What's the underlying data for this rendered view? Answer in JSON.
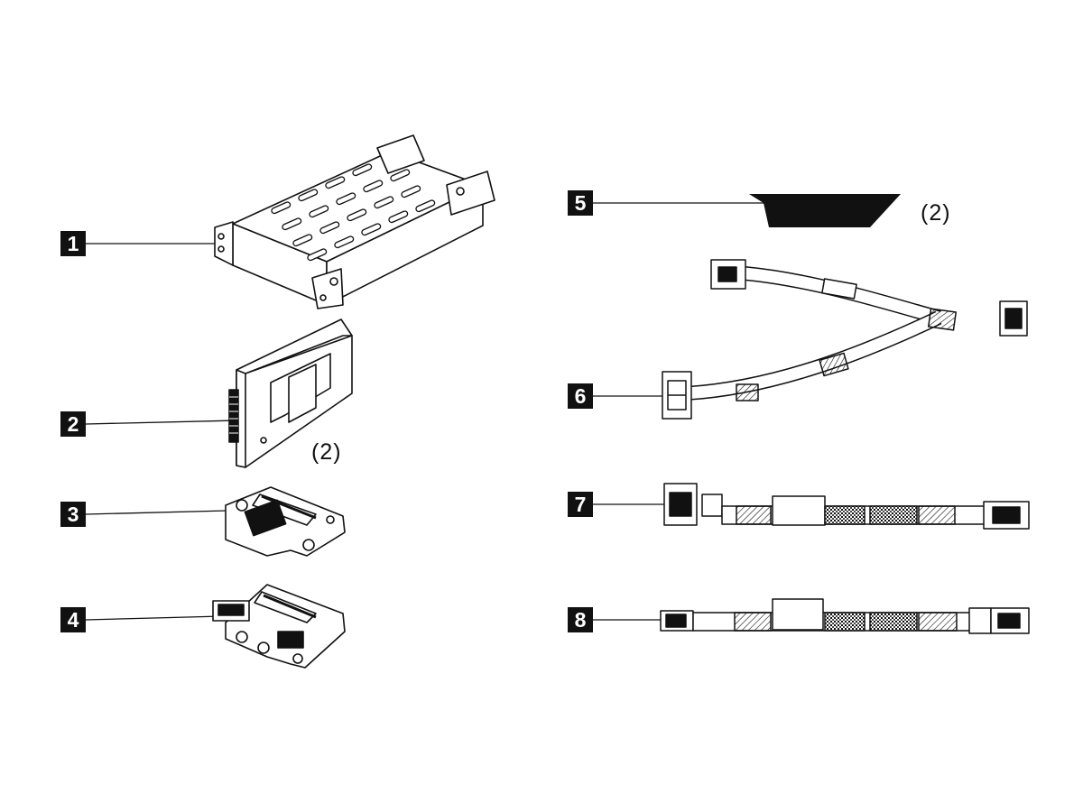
{
  "callouts": [
    {
      "label": "1"
    },
    {
      "label": "2"
    },
    {
      "label": "3"
    },
    {
      "label": "4"
    },
    {
      "label": "5"
    },
    {
      "label": "6"
    },
    {
      "label": "7"
    },
    {
      "label": "8"
    }
  ],
  "quantities": {
    "part2": "(2)",
    "part5": "(2)"
  },
  "colors": {
    "ink": "#111111",
    "background": "#ffffff"
  }
}
